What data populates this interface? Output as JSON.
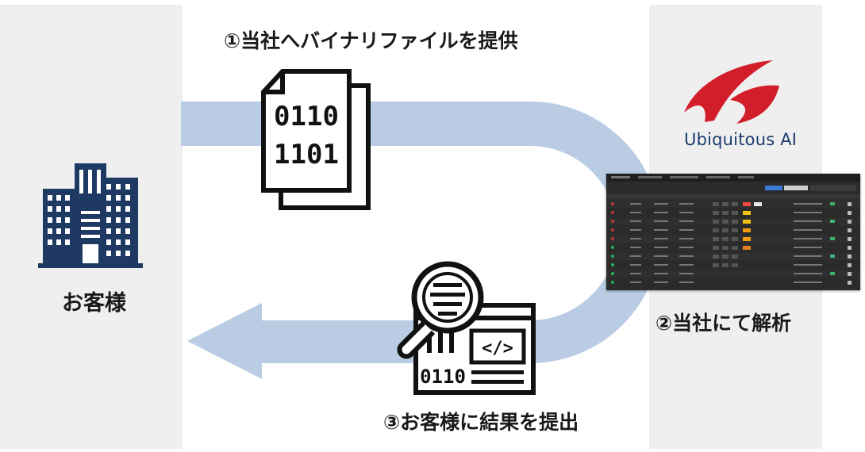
{
  "labels": {
    "customer": "お客様",
    "step1": "①当社へバイナリファイルを提供",
    "step2": "②当社にて解析",
    "step3": "③お客様に結果を提出"
  },
  "logo": {
    "text": "Ubiquitous AI",
    "color": "#d21e2b",
    "text_color": "#1d3c6e"
  },
  "binary_file": {
    "row1": "0110",
    "row2": "1101"
  },
  "analysis_icon": {
    "binary": "0110",
    "code": "</>"
  },
  "colors": {
    "arrow": "#b9cce3",
    "panel": "#efefef",
    "building": "#1e3a63",
    "icon": "#111111"
  }
}
